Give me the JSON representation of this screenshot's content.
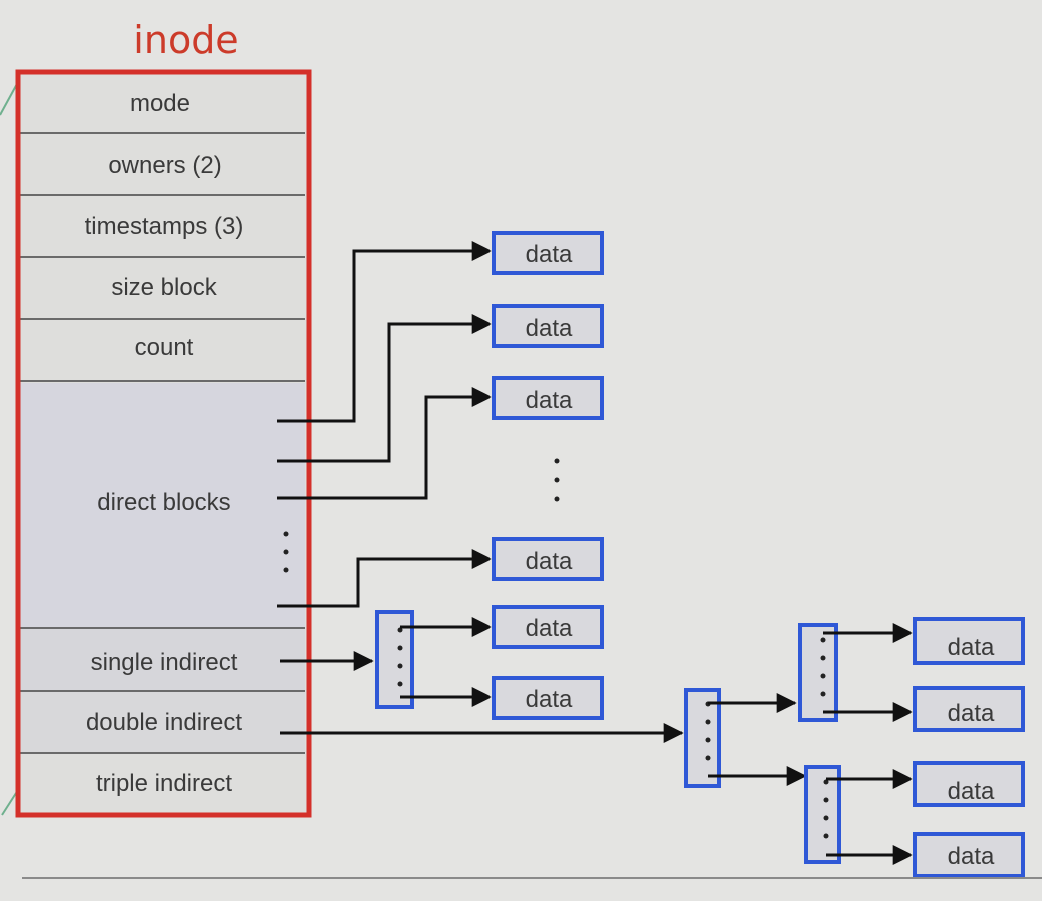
{
  "title": "inode",
  "inode_fields": [
    "mode",
    "owners (2)",
    "timestamps (3)",
    "size block",
    "count",
    "direct blocks",
    "single indirect",
    "double indirect",
    "triple indirect"
  ],
  "data_label": "data",
  "colors": {
    "inode_border": "#d4302a",
    "title": "#cc3b2a",
    "block_border": "#2f58d6",
    "background": "#e4e4e2"
  }
}
